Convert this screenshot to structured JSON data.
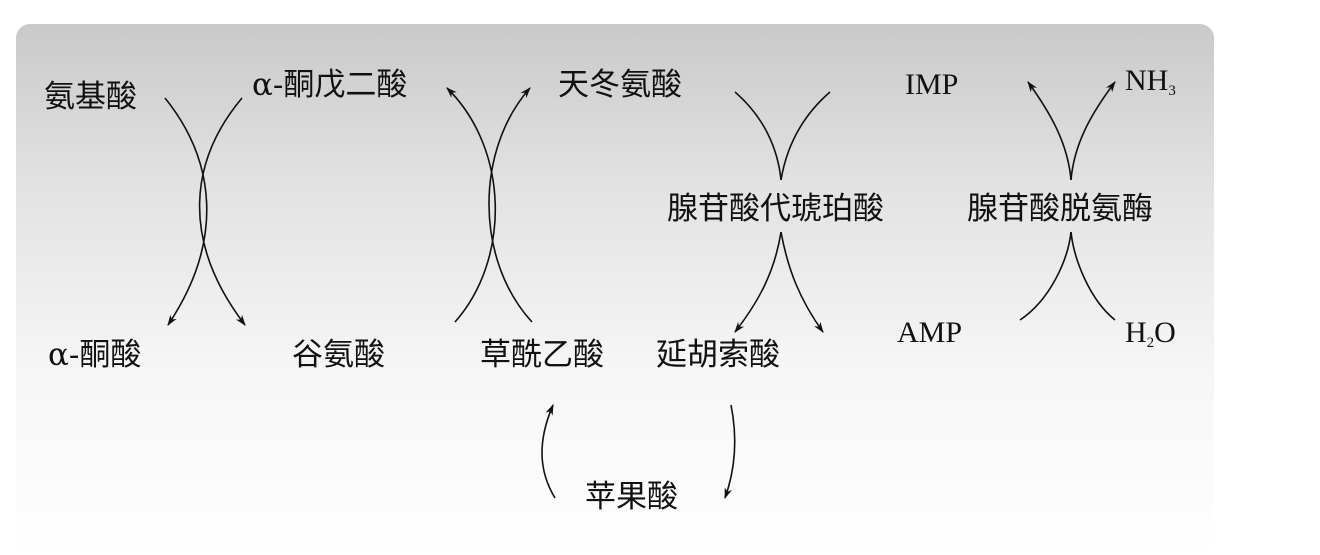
{
  "nodes": {
    "amino_acid": "氨基酸",
    "alpha_ketoglutarate": "α-酮戊二酸",
    "aspartate": "天冬氨酸",
    "imp": "IMP",
    "nh3_base": "NH",
    "nh3_sub": "3",
    "adenylosuccinate": "腺苷酸代琥珀酸",
    "amp_deaminase": "腺苷酸脱氨酶",
    "alpha_keto_acid": "α-酮酸",
    "glutamate": "谷氨酸",
    "oxaloacetate": "草酰乙酸",
    "fumarate": "延胡索酸",
    "amp": "AMP",
    "h2o_h": "H",
    "h2o_sub": "2",
    "h2o_o": "O",
    "malate": "苹果酸"
  }
}
